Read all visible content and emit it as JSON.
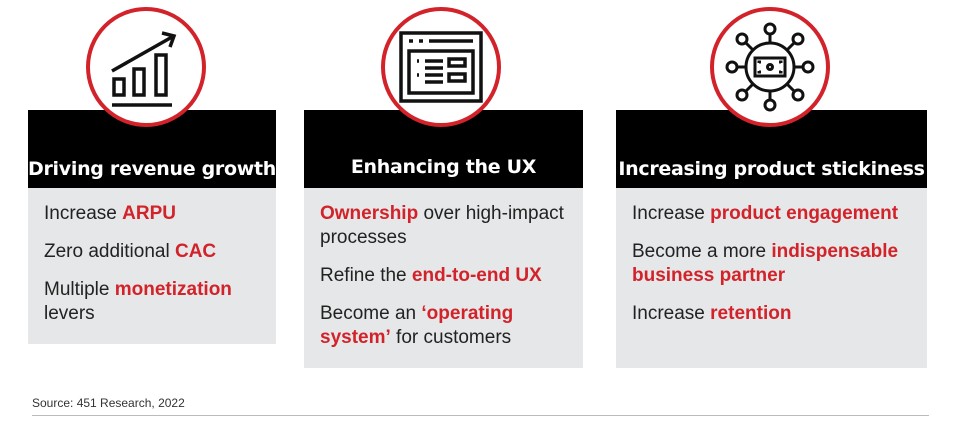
{
  "panels": [
    {
      "icon": "bar-chart-growth-icon",
      "title": "Driving revenue growth",
      "items": [
        [
          {
            "t": "Increase ",
            "r": false
          },
          {
            "t": "ARPU",
            "r": true
          }
        ],
        [
          {
            "t": "Zero additional ",
            "r": false
          },
          {
            "t": "CAC",
            "r": true
          }
        ],
        [
          {
            "t": "Multiple ",
            "r": false
          },
          {
            "t": "monetization",
            "r": true
          },
          {
            "t": " levers",
            "r": false
          }
        ]
      ]
    },
    {
      "icon": "browser-window-icon",
      "title": "Enhancing the UX",
      "items": [
        [
          {
            "t": "Ownership",
            "r": true
          },
          {
            "t": " over high-impact processes",
            "r": false
          }
        ],
        [
          {
            "t": "Refine the ",
            "r": false
          },
          {
            "t": "end-to-end UX",
            "r": true
          }
        ],
        [
          {
            "t": "Become an ",
            "r": false
          },
          {
            "t": "‘operating system’",
            "r": true
          },
          {
            "t": " for customers",
            "r": false
          }
        ]
      ]
    },
    {
      "icon": "money-network-icon",
      "title": "Increasing product stickiness",
      "items": [
        [
          {
            "t": "Increase ",
            "r": false
          },
          {
            "t": "product engagement",
            "r": true
          }
        ],
        [
          {
            "t": "Become a more ",
            "r": false
          },
          {
            "t": "indispensable business partner",
            "r": true
          }
        ],
        [
          {
            "t": "Increase ",
            "r": false
          },
          {
            "t": "retention",
            "r": true
          }
        ]
      ]
    }
  ],
  "source": "Source: 451 Research, 2022",
  "colors": {
    "accent": "#d2232a",
    "header": "#000000",
    "panel": "#e6e7e8"
  }
}
